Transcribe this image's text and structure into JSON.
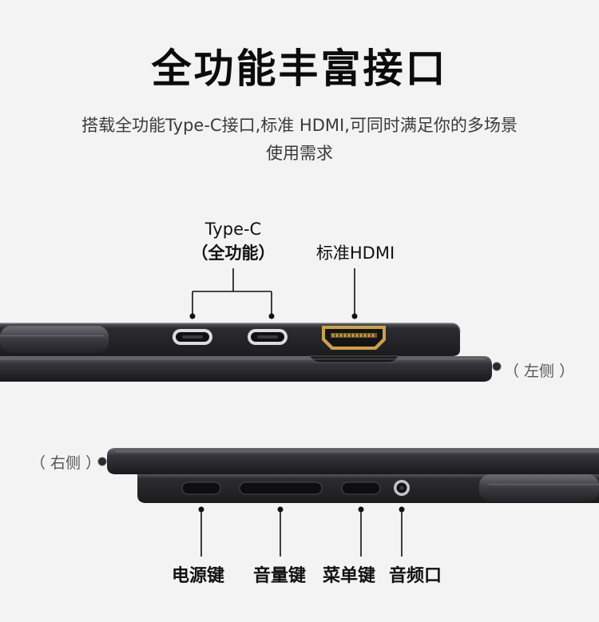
{
  "title": "全功能丰富接口",
  "subtitle": {
    "line1": "搭载全功能Type-C接口,标准 HDMI,可同时满足你的多场景",
    "line2": "使用需求"
  },
  "top_panel": {
    "typec_label_line1": "Type-C",
    "typec_label_line2": "（全功能）",
    "hdmi_label": "标准HDMI",
    "side_label": "（ 左侧 ）"
  },
  "bottom_panel": {
    "side_label": "（ 右侧 ）",
    "power_label": "电源键",
    "volume_label": "音量键",
    "menu_label": "菜单键",
    "audio_label": "音频口"
  },
  "colors": {
    "background": "#f3f3f4",
    "device_body": "#2b2b2e",
    "device_edge": "#5a5a60",
    "hdmi_gold": "#c9a24a"
  }
}
